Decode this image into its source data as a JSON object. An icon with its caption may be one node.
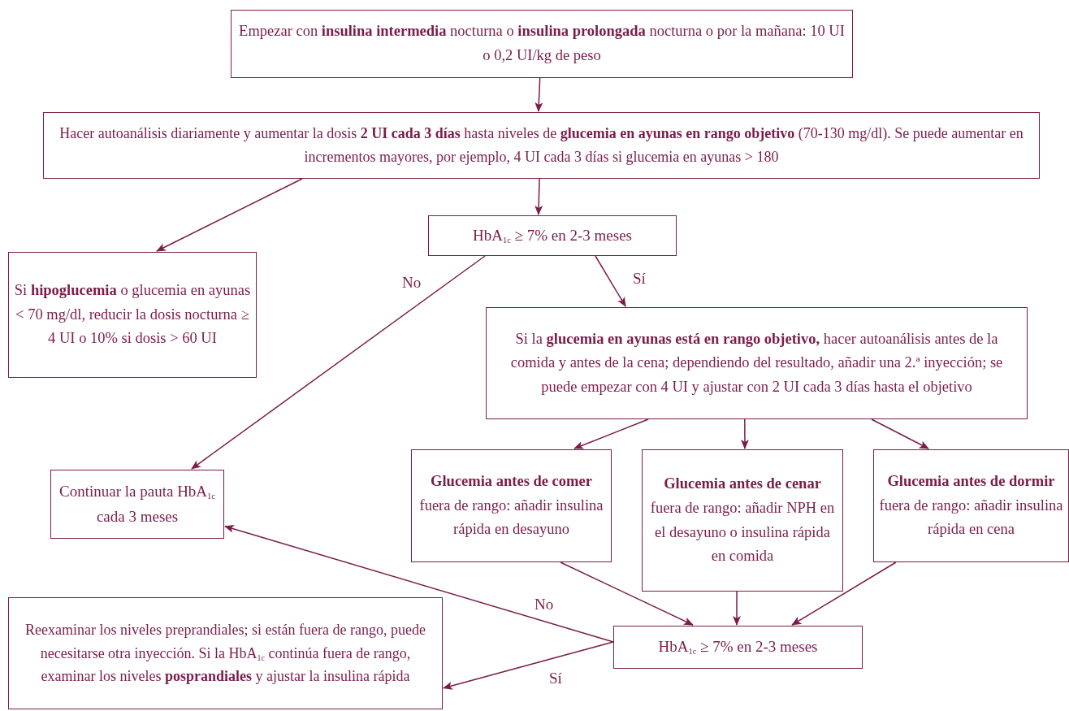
{
  "diagram": {
    "nodes": [
      {
        "text": [
          "Empezar con **insulina intermedia** nocturna o **insulina prolongada** nocturna o por la mañana: 10 UI o 0,2 UI/kg de peso"
        ]
      },
      {
        "text": [
          "Hacer autoanálisis diariamente y aumentar la dosis **2 UI cada 3 días** hasta niveles de **glucemia en ayunas en rango objetivo** (70-130 mg/dl). Se puede aumentar en incrementos mayores, por ejemplo, 4 UI cada 3 días si glucemia en ayunas > 180"
        ]
      },
      {
        "text": [
          "HbA$_{1c}$ ≥ 7% en 2-3 meses"
        ]
      },
      {
        "text": [
          "Si **hipoglucemia** o glucemia en ayunas < 70 mg/dl, reducir la dosis nocturna ≥ 4 UI o 10% si dosis > 60 UI"
        ]
      },
      {
        "text": [
          "Si la **glucemia en ayunas está en rango objetivo,** hacer autoanálisis antes de la comida y antes de la cena; dependiendo del resultado, añadir una 2.ª inyección; se puede empezar con 4 UI y ajustar con 2 UI cada 3 días hasta el objetivo"
        ]
      },
      {
        "text": [
          "Continuar la pauta HbA$_{1c}$ cada 3 meses"
        ]
      },
      {
        "text": [
          "**Glucemia antes de comer** fuera de rango: añadir insulina rápida en desayuno"
        ]
      },
      {
        "text": [
          "**Glucemia antes de cenar** fuera de rango: añadir NPH en el desayuno o insulina rápida en comida"
        ]
      },
      {
        "text": [
          "**Glucemia antes de dormir** fuera de rango: añadir insulina rápida en cena"
        ]
      },
      {
        "text": [
          "HbA$_{1c}$ ≥ 7% en 2-3 meses"
        ]
      },
      {
        "text": [
          "Reexaminar los niveles preprandiales; si están fuera de rango, puede necesitarse otra inyección. Si la HbA$_{1c}$ continúa fuera de rango, examinar los niveles **posprandiales** y ajustar la insulina rápida"
        ]
      }
    ],
    "edges": [
      {
        "from": 0,
        "to": 1,
        "arrow": "to"
      },
      {
        "from": 1,
        "to": 3,
        "arrow": "to"
      },
      {
        "from": 1,
        "to": 2,
        "arrow": "to"
      },
      {
        "from": 2,
        "to": 5,
        "arrow": "to",
        "label": "No"
      },
      {
        "from": 2,
        "to": 4,
        "arrow": "to",
        "label": "Sí"
      },
      {
        "from": 4,
        "to": 6,
        "arrow": "to"
      },
      {
        "from": 4,
        "to": 7,
        "arrow": "to"
      },
      {
        "from": 4,
        "to": 8,
        "arrow": "to"
      },
      {
        "from": 6,
        "to": 9,
        "arrow": "to"
      },
      {
        "from": 7,
        "to": 9,
        "arrow": "to"
      },
      {
        "from": 8,
        "to": 9,
        "arrow": "to"
      },
      {
        "from": 9,
        "to": 5,
        "arrow": "to",
        "label": "No"
      },
      {
        "from": 9,
        "to": 10,
        "arrow": "to",
        "label": "Sí"
      }
    ]
  }
}
